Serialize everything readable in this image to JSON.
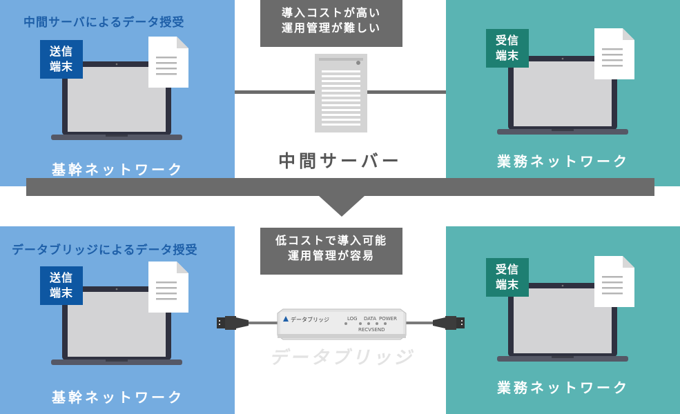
{
  "top": {
    "left_title": "中間サーバによるデータ授受",
    "send_badge": [
      "送信",
      "端末"
    ],
    "left_network": "基幹ネットワーク",
    "callout": [
      "導入コストが高い",
      "運用管理が難しい"
    ],
    "center_title": "中間サーバー",
    "recv_badge": [
      "受信",
      "端末"
    ],
    "right_network": "業務ネットワーク"
  },
  "bottom": {
    "left_title": "データブリッジによるデータ授受",
    "send_badge": [
      "送信",
      "端末"
    ],
    "left_network": "基幹ネットワーク",
    "callout": [
      "低コストで導入可能",
      "運用管理が容易"
    ],
    "device_brand": "データブリッジ",
    "device_labels": [
      "LOG",
      "DATA",
      "POWER",
      "RECV",
      "SEND"
    ],
    "ghost_text": "データブリッジ",
    "recv_badge": [
      "受信",
      "端末"
    ],
    "right_network": "業務ネットワーク"
  },
  "colors": {
    "blue_panel": "#75ace0",
    "teal_panel": "#5ab4b3",
    "dark_blue": "#0e57a2",
    "dark_teal": "#1e7f72",
    "gray": "#6b6b6b"
  }
}
